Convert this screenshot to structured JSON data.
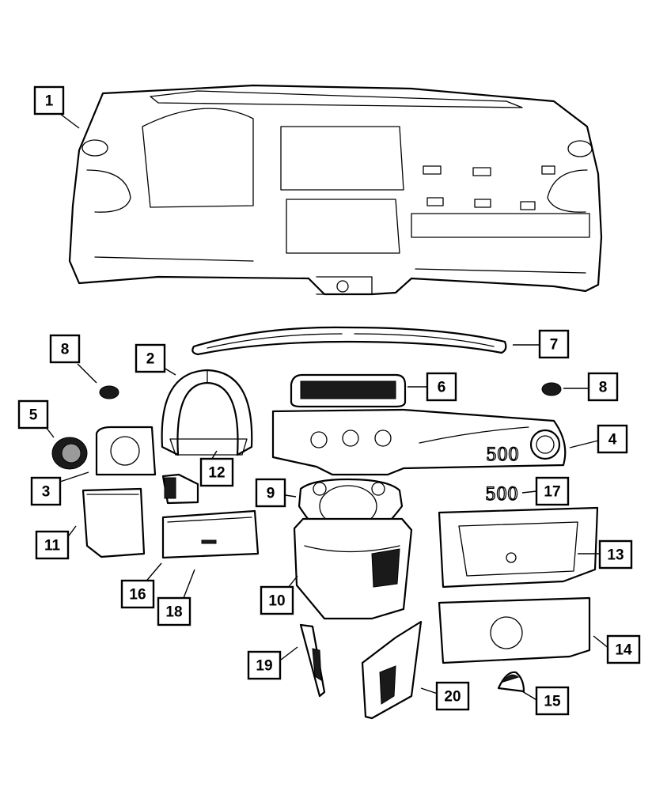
{
  "callouts": {
    "c1": "1",
    "c2": "2",
    "c3": "3",
    "c4": "4",
    "c5": "5",
    "c6": "6",
    "c7": "7",
    "c8a": "8",
    "c8b": "8",
    "c9": "9",
    "c10": "10",
    "c11": "11",
    "c12": "12",
    "c13": "13",
    "c14": "14",
    "c15": "15",
    "c16": "16",
    "c17": "17",
    "c18": "18",
    "c19": "19",
    "c20": "20"
  },
  "badge_lettering": "500",
  "colors": {
    "line": "#000000",
    "background": "#ffffff"
  }
}
